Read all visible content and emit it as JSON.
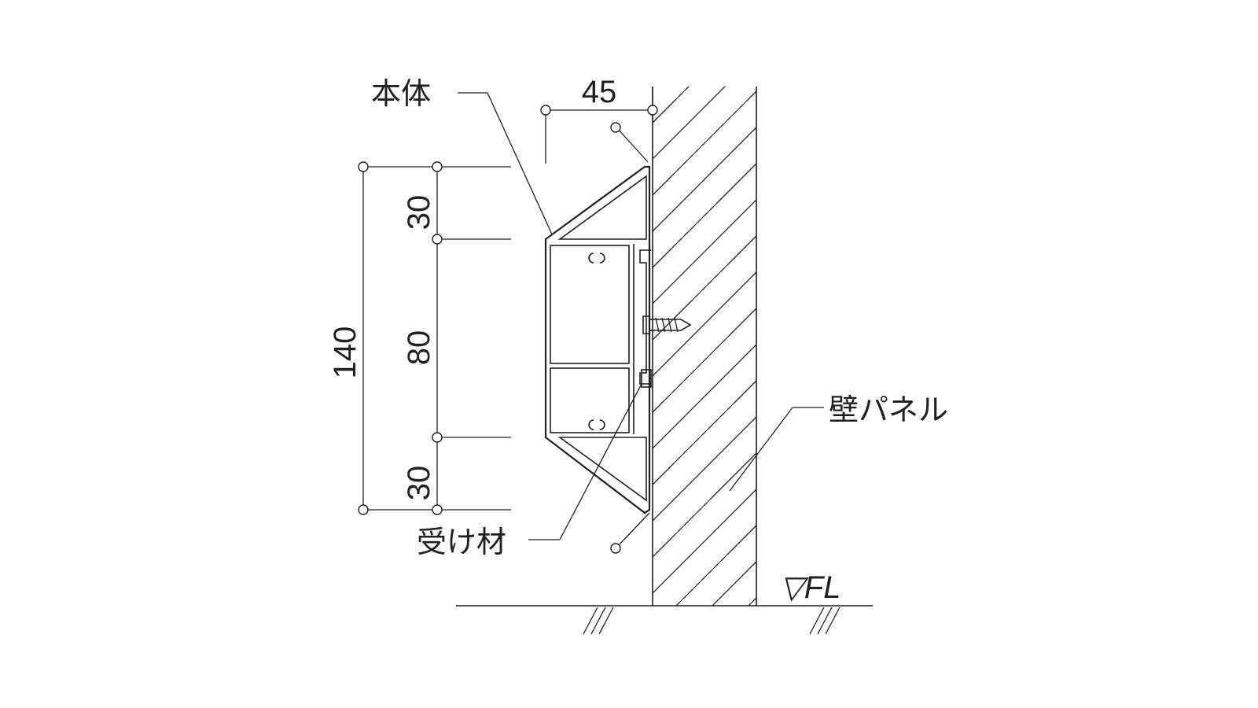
{
  "labels": {
    "body": "本体",
    "receiver": "受け材",
    "wall_panel": "壁パネル",
    "floor_level": "▽FL"
  },
  "dimensions": {
    "width": "45",
    "total_height": "140",
    "top": "30",
    "middle": "80",
    "bottom": "30"
  },
  "colors": {
    "line": "#231f20",
    "background": "#ffffff"
  }
}
